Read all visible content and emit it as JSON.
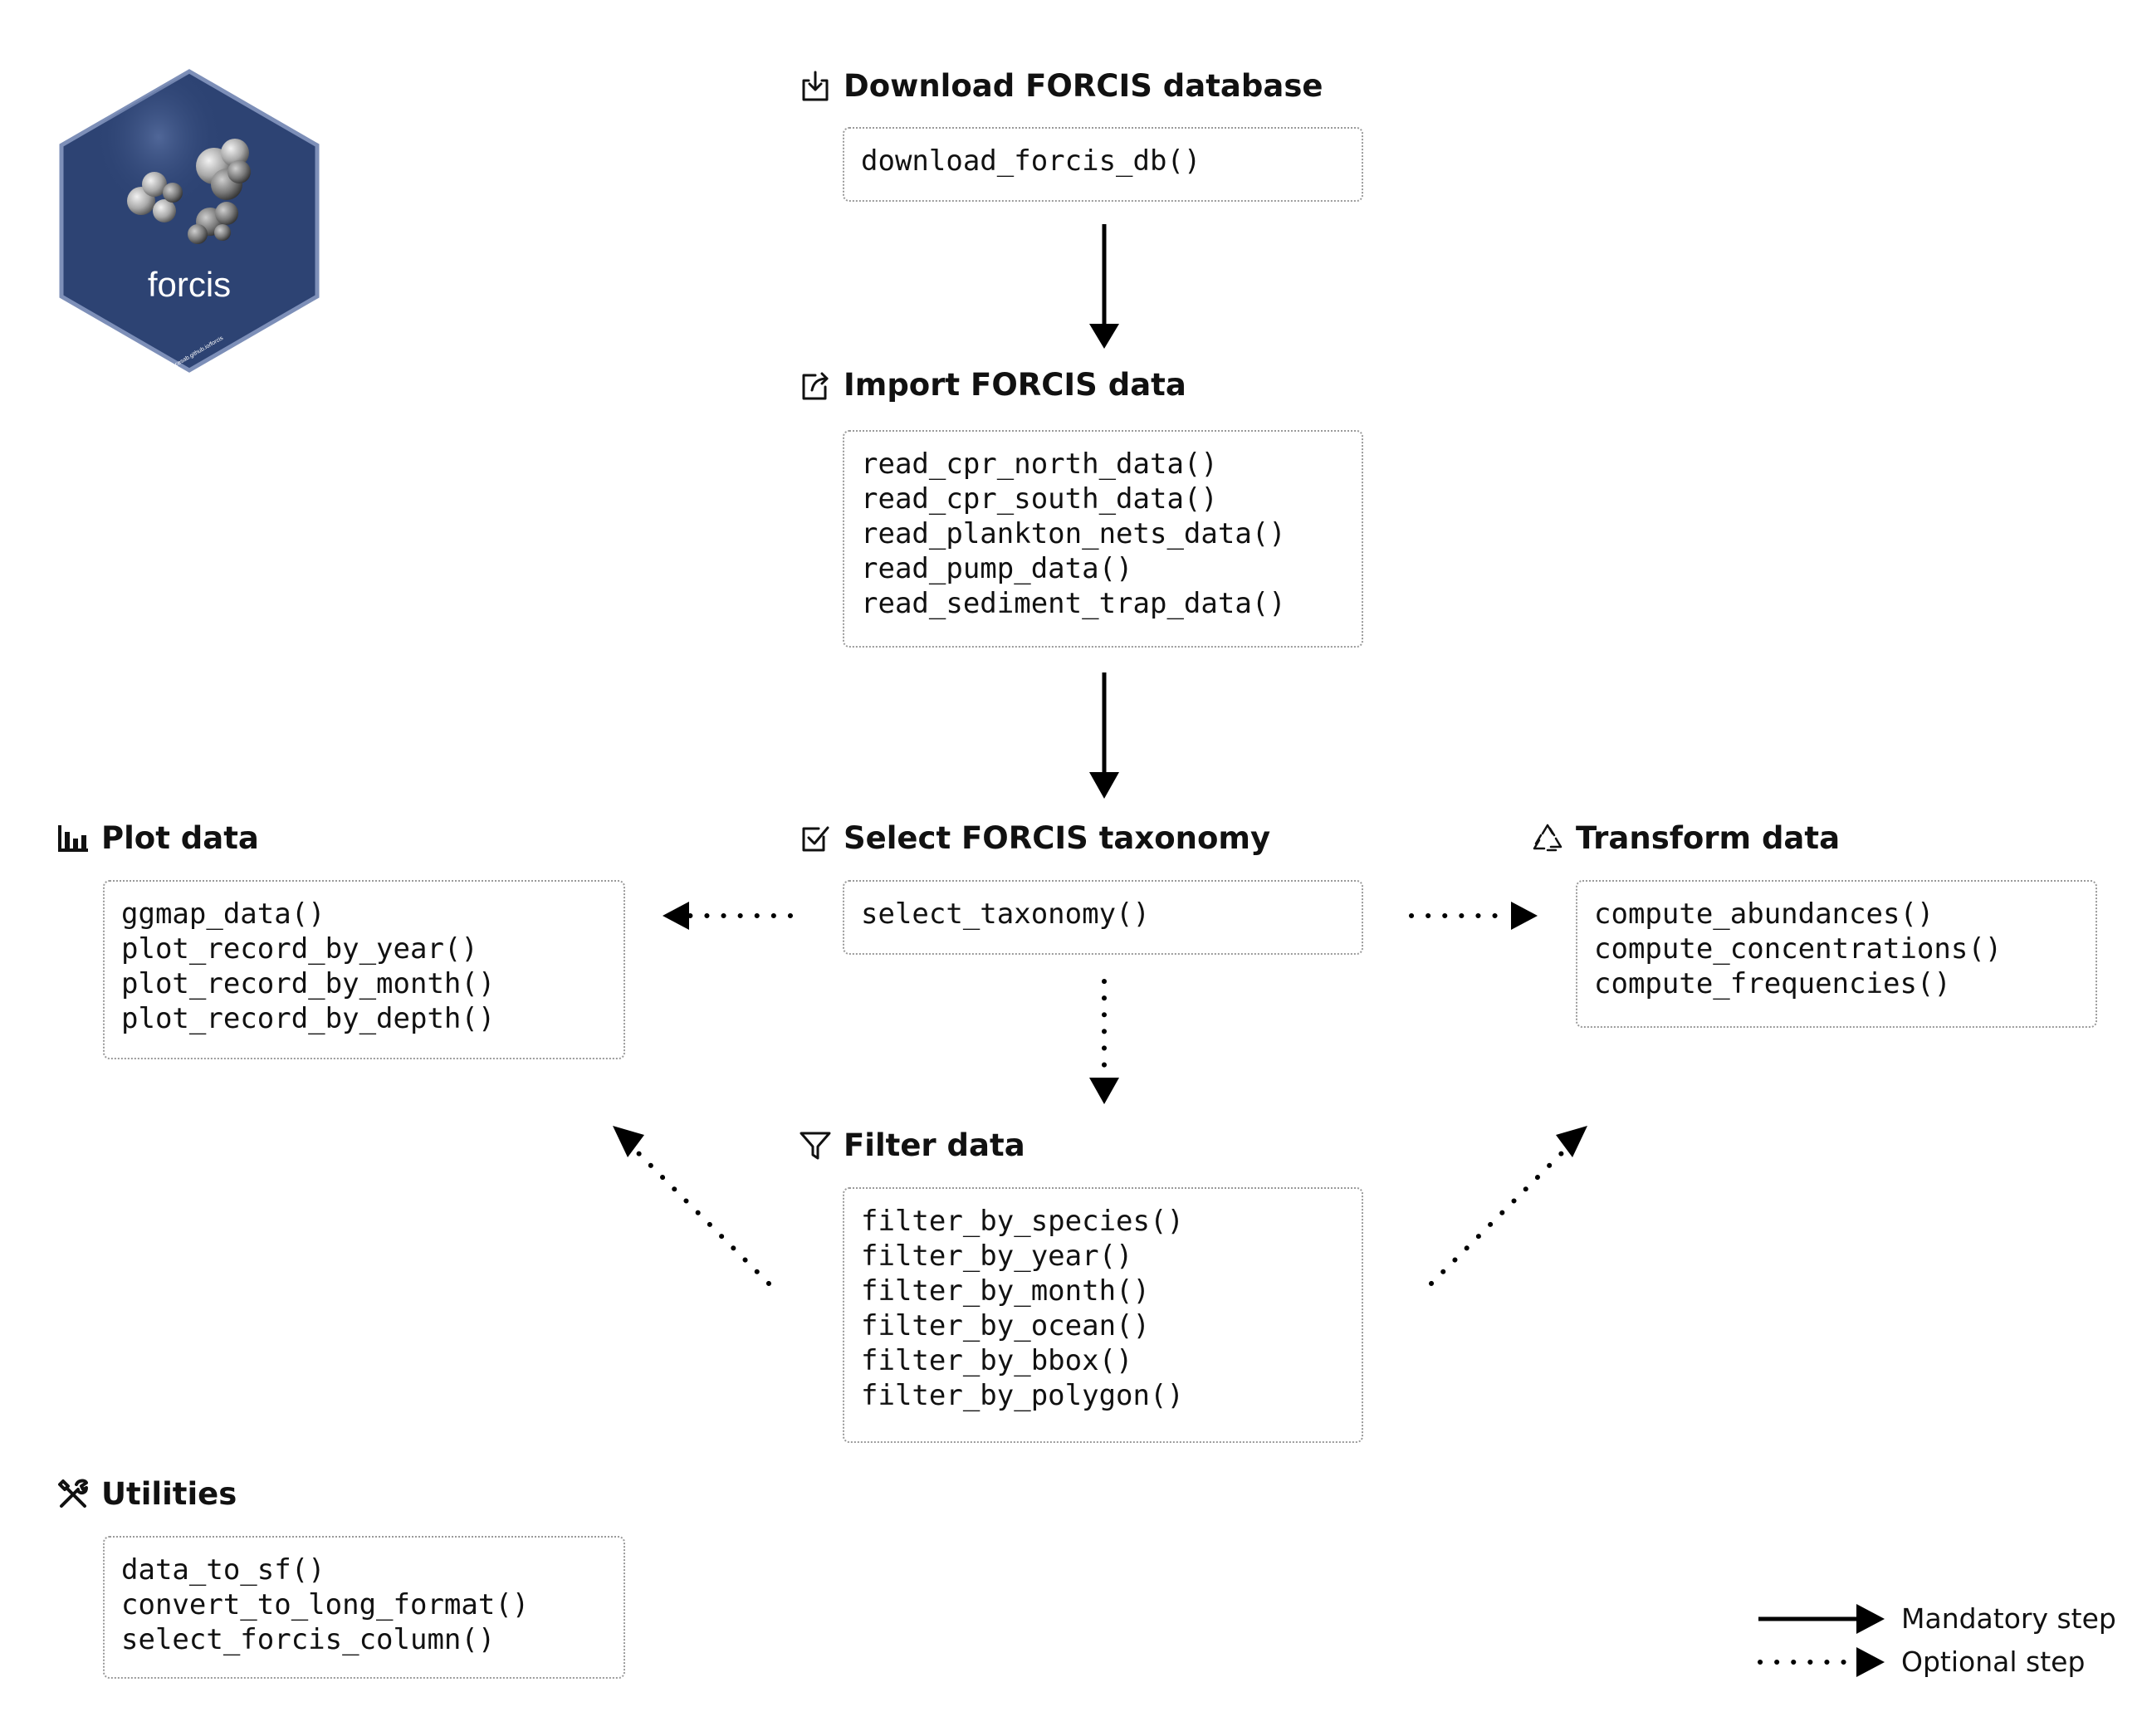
{
  "logo": {
    "name": "forcis",
    "url": "https://frbcesab.github.io/forcis"
  },
  "sections": {
    "download": {
      "title": "Download FORCIS database",
      "icon": "download-icon",
      "functions": [
        "download_forcis_db()"
      ]
    },
    "import": {
      "title": "Import FORCIS data",
      "icon": "import-icon",
      "functions": [
        "read_cpr_north_data()",
        "read_cpr_south_data()",
        "read_plankton_nets_data()",
        "read_pump_data()",
        "read_sediment_trap_data()"
      ]
    },
    "select": {
      "title": "Select FORCIS taxonomy",
      "icon": "checkbox-icon",
      "functions": [
        "select_taxonomy()"
      ]
    },
    "plot": {
      "title": "Plot data",
      "icon": "bar-chart-icon",
      "functions": [
        "ggmap_data()",
        "plot_record_by_year()",
        "plot_record_by_month()",
        "plot_record_by_depth()"
      ]
    },
    "transform": {
      "title": "Transform data",
      "icon": "recycle-icon",
      "functions": [
        "compute_abundances()",
        "compute_concentrations()",
        "compute_frequencies()"
      ]
    },
    "filter": {
      "title": "Filter data",
      "icon": "filter-icon",
      "functions": [
        "filter_by_species()",
        "filter_by_year()",
        "filter_by_month()",
        "filter_by_ocean()",
        "filter_by_bbox()",
        "filter_by_polygon()"
      ]
    },
    "utilities": {
      "title": "Utilities",
      "icon": "tools-icon",
      "functions": [
        "data_to_sf()",
        "convert_to_long_format()",
        "select_forcis_column()"
      ]
    }
  },
  "legend": {
    "mandatory": "Mandatory step",
    "optional": "Optional step"
  }
}
